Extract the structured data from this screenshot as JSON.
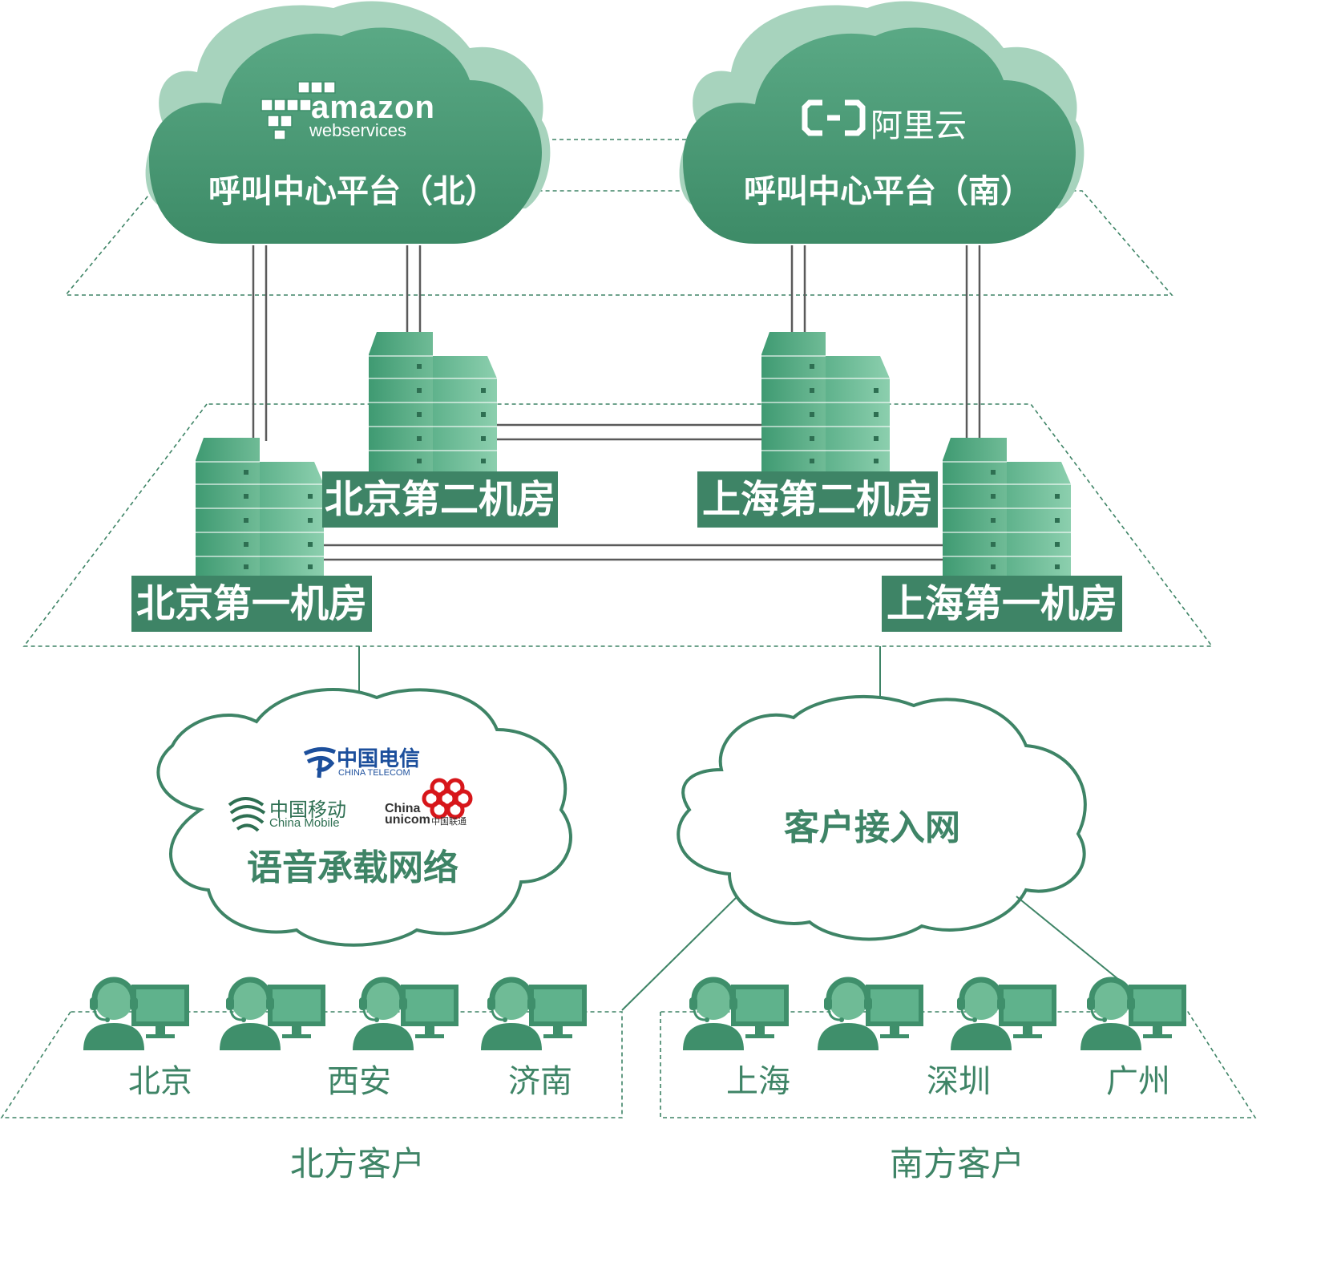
{
  "colors": {
    "cloud_fill": "#3f8f6b",
    "cloud_light": "#a7d3bd",
    "accent": "#3e8466",
    "server_top": "#4aa37d",
    "server_side": "#7fc3a2",
    "line": "#5a5a5a",
    "telecom_blue": "#1c4f9c",
    "unicom_red": "#d7161a"
  },
  "clouds": {
    "north": {
      "title": "呼叫中心平台（北）",
      "logo_word": "amazon",
      "logo_sub": "webservices",
      "logo_icon": "aws-cubes-icon"
    },
    "south": {
      "title": "呼叫中心平台（南）",
      "logo_word": "阿里云",
      "logo_icon": "aliyun-bracket-icon"
    }
  },
  "datacenters": {
    "beijing_second": "北京第二机房",
    "shanghai_second": "上海第二机房",
    "beijing_first": "北京第一机房",
    "shanghai_first": "上海第一机房"
  },
  "voice_network": {
    "title": "语音承载网络",
    "telecom": {
      "cn": "中国电信",
      "en": "CHINA TELECOM"
    },
    "mobile": {
      "cn": "中国移动",
      "en": "China Mobile"
    },
    "unicom": {
      "line1": "China",
      "line2": "unicom",
      "cn": "中国联通"
    }
  },
  "access_network": {
    "title": "客户接入网"
  },
  "north_customers": {
    "label": "北方客户",
    "cities": [
      "北京",
      "西安",
      "济南"
    ]
  },
  "south_customers": {
    "label": "南方客户",
    "cities": [
      "上海",
      "深圳",
      "广州"
    ]
  }
}
